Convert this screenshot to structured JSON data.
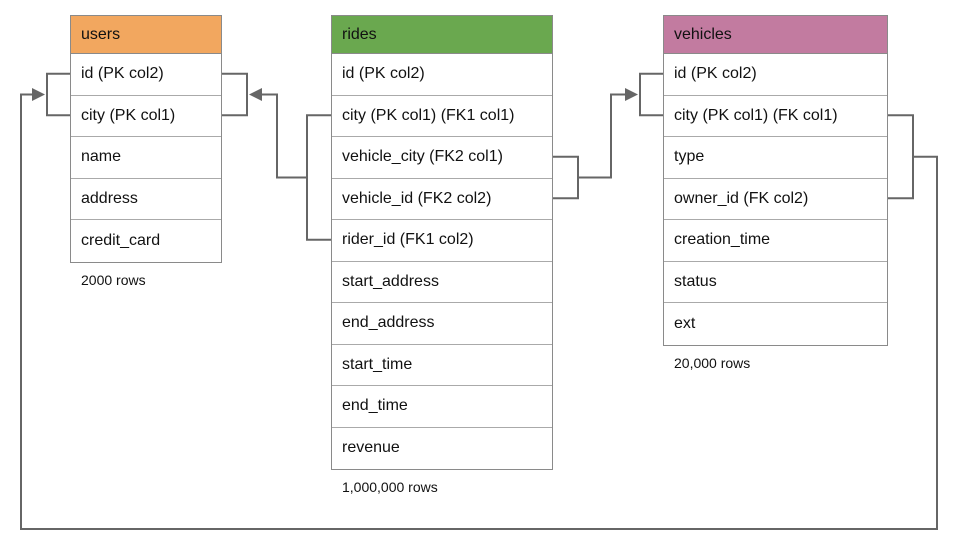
{
  "colors": {
    "connector": "#666666",
    "table_border": "#8a8a8a",
    "row_divider": "#aaaaaa",
    "background": "#ffffff",
    "users_header": "#f2a75f",
    "rides_header": "#6aa84f",
    "vehicles_header": "#c27ba0"
  },
  "tables": [
    {
      "id": "users",
      "title": "users",
      "header_color": "#f2a75f",
      "rows": [
        "id (PK col2)",
        "city (PK col1)",
        "name",
        "address",
        "credit_card"
      ],
      "row_count_label": "2000 rows"
    },
    {
      "id": "rides",
      "title": "rides",
      "header_color": "#6aa84f",
      "rows": [
        "id (PK col2)",
        "city (PK col1) (FK1 col1)",
        "vehicle_city (FK2 col1)",
        "vehicle_id (FK2 col2)",
        "rider_id (FK1 col2)",
        "start_address",
        "end_address",
        "start_time",
        "end_time",
        "revenue"
      ],
      "row_count_label": "1,000,000 rows"
    },
    {
      "id": "vehicles",
      "title": "vehicles",
      "header_color": "#c27ba0",
      "rows": [
        "id (PK col2)",
        "city (PK col1) (FK col1)",
        "type",
        "owner_id (FK col2)",
        "creation_time",
        "status",
        "ext"
      ],
      "row_count_label": "20,000 rows"
    }
  ],
  "connectors": [
    {
      "name": "rides-fk1-to-users",
      "from_table": "rides",
      "from_columns": [
        "city (PK col1) (FK1 col1)",
        "rider_id (FK1 col2)"
      ],
      "to_table": "users",
      "to_columns": [
        "id (PK col2)",
        "city (PK col1)"
      ],
      "arrow_points_to": "users"
    },
    {
      "name": "rides-fk2-to-vehicles",
      "from_table": "rides",
      "from_columns": [
        "vehicle_city (FK2 col1)",
        "vehicle_id (FK2 col2)"
      ],
      "to_table": "vehicles",
      "to_columns": [
        "id (PK col2)",
        "city (PK col1) (FK col1)"
      ],
      "arrow_points_to": "vehicles"
    },
    {
      "name": "vehicles-fk-to-users",
      "from_table": "vehicles",
      "from_columns": [
        "city (PK col1) (FK col1)",
        "owner_id (FK col2)"
      ],
      "to_table": "users",
      "to_columns": [
        "id (PK col2)",
        "city (PK col1)"
      ],
      "arrow_points_to": "users"
    }
  ]
}
